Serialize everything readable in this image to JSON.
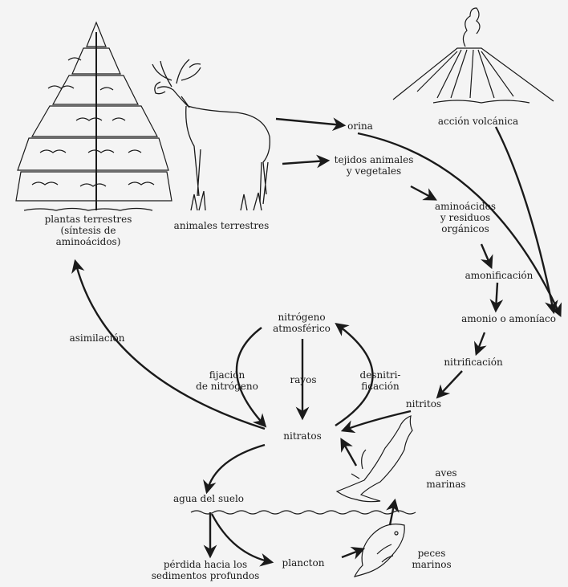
{
  "colors": {
    "ink": "#1a1a1a",
    "background": "#f4f4f4"
  },
  "labels": {
    "plantas": [
      "plantas terrestres",
      "(síntesis de",
      "aminoácidos)"
    ],
    "animales": "animales terrestres",
    "orina": "orina",
    "accion_volcanica": "acción volcánica",
    "tejidos": [
      "tejidos animales",
      "y vegetales"
    ],
    "aminoacidos": [
      "aminoácidos",
      "y residuos",
      "orgánicos"
    ],
    "amonificacion": "amonificación",
    "amonio": "amonio o amoníaco",
    "nitrificacion": "nitrificación",
    "nitritos": "nitritos",
    "nitrogeno_atm": [
      "nitrógeno",
      "atmosférico"
    ],
    "fijacion": [
      "fijación",
      "de nitrógeno"
    ],
    "rayos": "rayos",
    "desnitrificacion": [
      "desnitri-",
      "ficación"
    ],
    "asimilacion": "asimilación",
    "nitratos": "nitratos",
    "agua_suelo": "agua del suelo",
    "perdida": [
      "pérdida hacia los",
      "sedimentos profundos"
    ],
    "plancton": "plancton",
    "aves": [
      "aves",
      "marinas"
    ],
    "peces": [
      "peces",
      "marinos"
    ]
  },
  "illustrations": [
    "pine-tree-icon",
    "deer-icon",
    "volcano-icon",
    "seabird-icon",
    "fish-icon",
    "water-surface-icon"
  ]
}
